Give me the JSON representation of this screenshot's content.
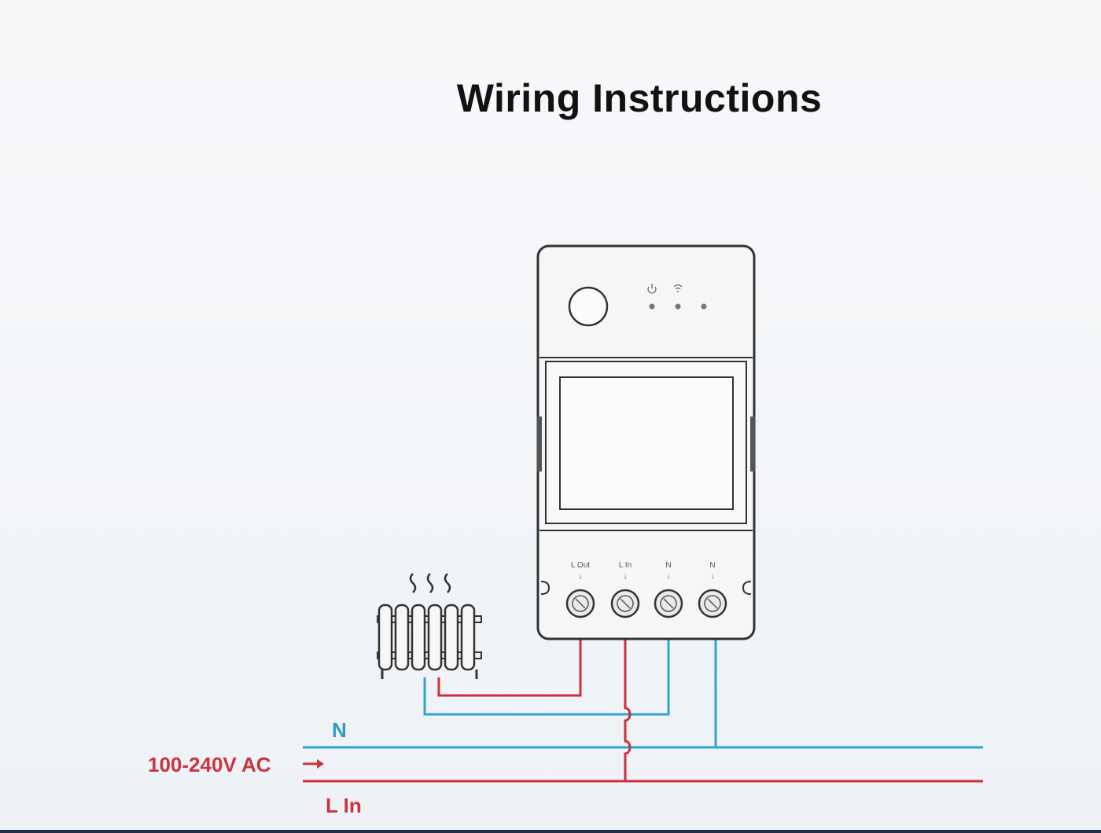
{
  "title": "Wiring Instructions",
  "labels": {
    "neutral": "N",
    "supply": "100-240V AC",
    "live_in": "L In"
  },
  "terminals": [
    "L Out",
    "L In",
    "N",
    "N"
  ],
  "colors": {
    "live": "#cf2f3b",
    "neutral": "#2fa3d1",
    "outline": "#333333",
    "device_fill": "#f6f6f6"
  },
  "icons": {
    "load": "radiator-heater-icon",
    "button": "power-button",
    "indicators": [
      "power-indicator-icon",
      "wifi-indicator-icon",
      "status-led-icon"
    ]
  }
}
